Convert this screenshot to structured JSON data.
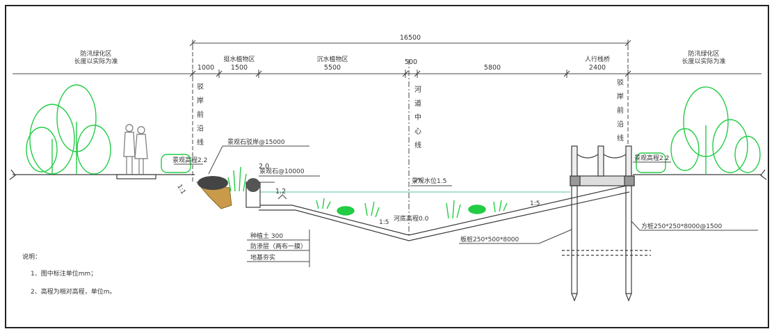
{
  "dimensions": {
    "total": "16500",
    "segments": [
      "1000",
      "1500",
      "5500",
      "500",
      "5800",
      "2400"
    ]
  },
  "zones": {
    "left_green": [
      "防汛绿化区",
      "长度以实际为准"
    ],
    "zone_1500": "挺水植物区",
    "zone_5500": "沉水植物区",
    "zone_2400": "人行栈桥",
    "right_green": [
      "防汛绿化区",
      "长度以实际为准"
    ]
  },
  "vertical_labels": {
    "left_bank": [
      "驳",
      "岸",
      "前",
      "沿",
      "线"
    ],
    "center": [
      "河",
      "道",
      "中",
      "心",
      "线"
    ],
    "right_bank": [
      "驳",
      "岸",
      "前",
      "沿",
      "线"
    ]
  },
  "annotations": {
    "left_bank_elev": "景观高程2.2",
    "right_bank_elev": "景观高程2.2",
    "stone_bank": "景观石驳岸@15000",
    "landscape_stone": "景观石@10000",
    "elev_2_0": "2.0",
    "water_1_2": "1.2",
    "normal_water": "景观水位1.5",
    "riverbed": "河底高程0.0",
    "slope_1_1": "1:1",
    "slope_left_1_5": "1:5",
    "slope_right_1_5": "1:5",
    "plank": "板桩250*500*8000",
    "pile": "方桩250*250*8000@1500"
  },
  "layers": [
    "种植土 300",
    "防渗层（两布一膜）",
    "地基夯实"
  ],
  "notes": {
    "title": "说明：",
    "items": [
      "1、图中标注单位mm；",
      "2、高程为相对高程，单位m。"
    ]
  },
  "colors": {
    "line": "#3a3a3a",
    "plants": "#22cc44",
    "water": "#8fd3c8",
    "soil": "#c89a4a",
    "border": "#222222"
  }
}
